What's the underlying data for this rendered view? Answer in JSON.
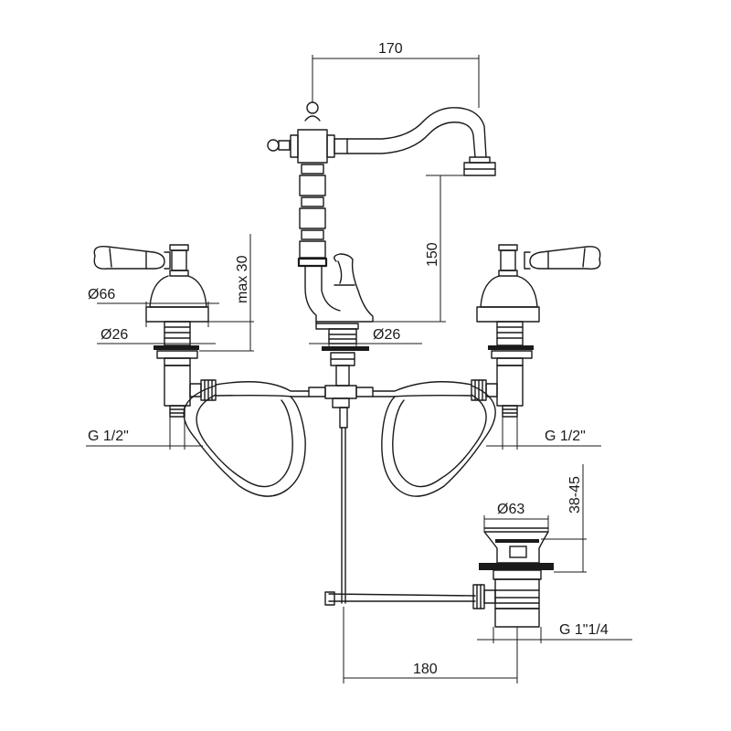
{
  "dimensions": {
    "spout_reach": "170",
    "spout_height": "150",
    "handle_travel": "max 30",
    "left_base_diameter": "Ø66",
    "left_shank_diameter": "Ø26",
    "center_shank_diameter": "Ø26",
    "left_connection": "G 1/2\"",
    "right_connection": "G 1/2\"",
    "drain_clearance": "38-45",
    "drain_diameter": "Ø63",
    "drain_thread": "G 1\"1/4",
    "drain_offset": "180"
  }
}
